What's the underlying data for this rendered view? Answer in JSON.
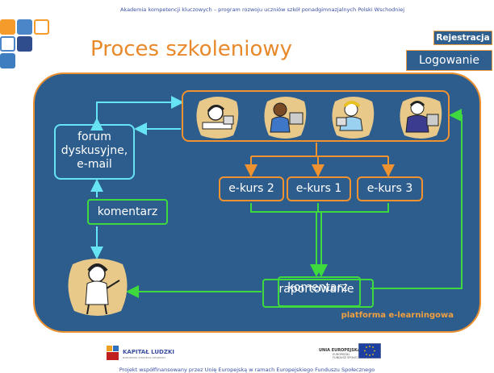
{
  "header": {
    "banner": "Akademia kompetencji kluczowych – program rozwoju uczniów szkół ponadgimnazjalnych Polski Wschodniej",
    "title": "Proces szkoleniowy"
  },
  "nav": {
    "register": "Rejestracja",
    "login": "Logowanie"
  },
  "diagram": {
    "forum": [
      "forum",
      "dyskusyjne,",
      "e-mail"
    ],
    "comment_left": "komentarz",
    "courses": [
      "e-kurs 2",
      "e-kurs 1",
      "e-kurs 3"
    ],
    "report": "raportowanie",
    "comment_overlap": "komentarz",
    "platform": "platforma e-learningowa"
  },
  "footer": {
    "logo_left_title": "KAPITAŁ LUDZKI",
    "logo_left_sub": "NARODOWA STRATEGIA SPÓJNOŚCI",
    "logo_right_title": "UNIA EUROPEJSKA",
    "logo_right_sub": [
      "EUROPEJSKI",
      "FUNDUSZ SPOŁECZNY"
    ],
    "cofinanced": "Projekt współfinansowany przez Unię Europejską w ramach Europejskiego Funduszu Społecznego"
  },
  "colors": {
    "panel": "#2d5d8c",
    "orange": "#f0922f",
    "cyan": "#66e4f4",
    "green": "#3ed93e",
    "title": "#e8892b"
  }
}
